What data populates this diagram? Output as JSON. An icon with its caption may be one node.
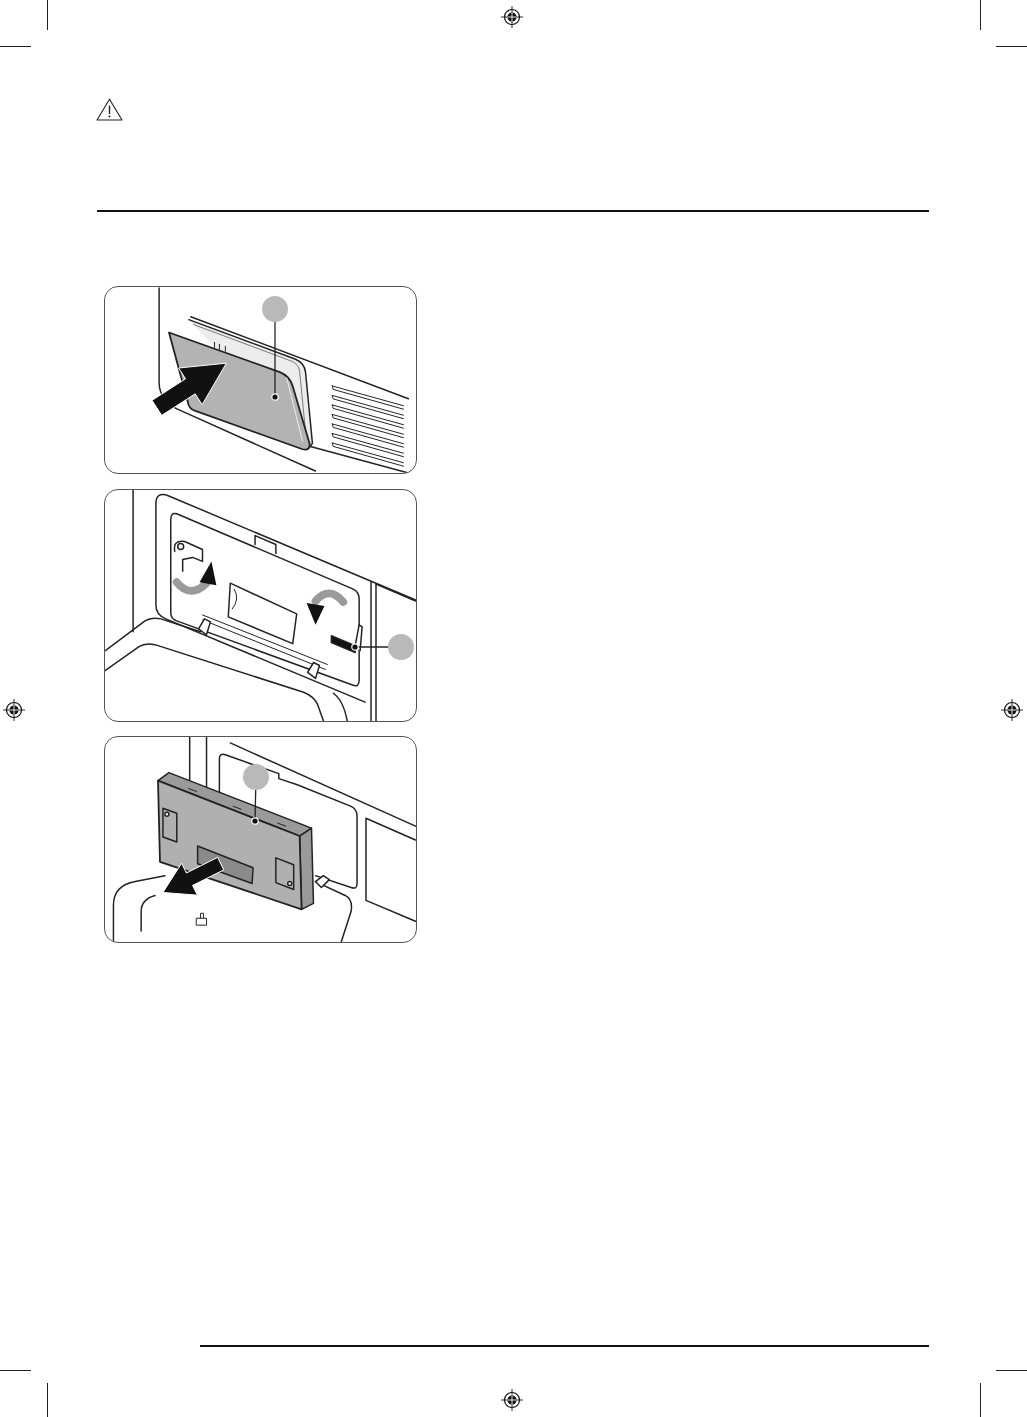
{
  "diagram": {
    "nodes": [
      {
        "text": [],
        "shape": "circle"
      },
      {
        "text": [],
        "shape": "circle"
      },
      {
        "text": [],
        "shape": "circle"
      }
    ],
    "edges": [
      {
        "from": 0,
        "to": null,
        "arrow": "other"
      },
      {
        "from": 1,
        "to": null,
        "arrow": "other"
      },
      {
        "from": 2,
        "to": null,
        "arrow": "other"
      }
    ]
  }
}
